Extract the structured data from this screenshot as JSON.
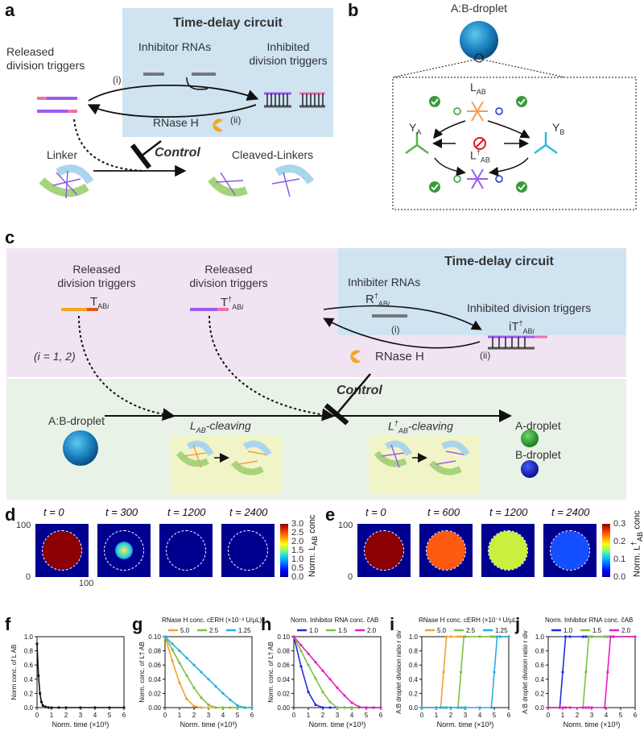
{
  "panels": {
    "a": {
      "letter": "a",
      "circuit_title": "Time-delay circuit",
      "inhibitor": "Inhibitor RNAs",
      "released": [
        "Released",
        "division triggers"
      ],
      "inhibited": [
        "Inhibited",
        "division triggers"
      ],
      "step_i": "(i)",
      "step_ii": "(ii)",
      "rnase": "RNase H",
      "control": "Control",
      "linker": "Linker",
      "cleaved": "Cleaved-Linkers"
    },
    "b": {
      "letter": "b",
      "droplet": "A:B-droplet",
      "l_ab": "L",
      "l_ab_sub": "AB",
      "ya": "Y",
      "ya_sub": "A",
      "yb": "Y",
      "yb_sub": "B",
      "ldag": "L",
      "ldag_sup": "†",
      "ldag_sub": "AB"
    },
    "c": {
      "letter": "c",
      "circuit_title": "Time-delay circuit",
      "rel1": [
        "Released",
        "division triggers"
      ],
      "rel2": [
        "Released",
        "division triggers"
      ],
      "t_ab": "T",
      "t_ab_sub": "AB",
      "t_ab_i": "i",
      "tdag": "T",
      "tdag_sup": "†",
      "tdag_sub": "AB",
      "tdag_i": "i",
      "inhibiter": "Inhibiter RNAs",
      "rdag": "R",
      "rdag_sup": "†",
      "rdag_sub": "AB",
      "rdag_i": "i",
      "inhibited": "Inhibited division triggers",
      "it": "iT",
      "it_sup": "†",
      "it_sub": "AB",
      "it_i": "i",
      "i_eq": "(i = 1, 2)",
      "step_i": "(i)",
      "step_ii": "(ii)",
      "rnase": "RNase H",
      "control": "Control",
      "droplet_ab": "A:B-droplet",
      "lab_cleaving": "L",
      "lab_cleaving_sub": "AB",
      "lab_cleaving_suffix": "-cleaving",
      "ldag_cleaving": "L",
      "ldag_cleaving_sup": "†",
      "ldag_cleaving_sub": "AB",
      "ldag_cleaving_suffix": "-cleaving",
      "a_droplet": "A-droplet",
      "b_droplet": "B-droplet"
    },
    "d": {
      "letter": "d",
      "times": [
        "t = 0",
        "t = 300",
        "t = 1200",
        "t = 2400"
      ],
      "axis_0": "0",
      "axis_100": "100",
      "xaxis_100": "100",
      "cb_label": "Norm. L",
      "cb_label_sub": "AB",
      "cb_label_suffix": " conc",
      "cb_ticks": [
        "3.0",
        "2.5",
        "2.0",
        "1.5",
        "1.0",
        "0.5",
        "0.0"
      ],
      "colors": [
        "#8b0000",
        "#23e0e0",
        "#00008f",
        "#00008f"
      ]
    },
    "e": {
      "letter": "e",
      "times": [
        "t = 0",
        "t = 600",
        "t = 1200",
        "t = 2400"
      ],
      "axis_0": "0",
      "axis_100": "100",
      "cb_label": "Norm. L",
      "cb_label_sup": "†",
      "cb_label_sub": "AB",
      "cb_label_suffix": " conc",
      "cb_ticks": [
        "0.3",
        "0.2",
        "0.1",
        "0.0"
      ],
      "colors": [
        "#8b0000",
        "#ff5a12",
        "#c9f03c",
        "#1450ff"
      ]
    },
    "f": {
      "letter": "f",
      "ylabel": "Norm conc. of L",
      "ylabel_sub": "AB",
      "xlabel": "Norm. time (×10³)"
    },
    "g": {
      "letter": "g",
      "legend_title": "RNase H conc.",
      "legend_var": "c",
      "legend_var_sub": "ERH",
      "legend_units": " (×10⁻² U/μL)",
      "ylabel": "Norm. conc. of L†",
      "ylabel_sub": "AB",
      "xlabel": "Norm. time (×10³)"
    },
    "h": {
      "letter": "h",
      "legend_title": "Norm. Inhibitor RNA conc.",
      "legend_var": "c̃",
      "legend_var_sub": "AB",
      "ylabel": "Norm. conc. of L†",
      "ylabel_sub": "AB",
      "xlabel": "Norm. time (×10³)"
    },
    "i": {
      "letter": "i",
      "legend_title": "RNase H conc.",
      "legend_var": "c",
      "legend_var_sub": "ERH",
      "legend_units": " (×10⁻² U/μL)",
      "ylabel": "A:B droplet division ratio r",
      "ylabel_sub": "div",
      "xlabel": "Norm. time (×10³)"
    },
    "j": {
      "letter": "j",
      "legend_title": "Norm. Inhibitor RNA conc.",
      "legend_var": "c̃",
      "legend_var_sub": "AB",
      "ylabel": "A:B droplet division ratio r",
      "ylabel_sub": "div",
      "xlabel": "Norm. time (×10³)"
    }
  },
  "chart_data": [
    {
      "type": "line",
      "panel": "f",
      "x": [
        0,
        0.1,
        0.2,
        0.3,
        0.4,
        0.6,
        0.8,
        1.0,
        1.5,
        2,
        3,
        4,
        5,
        6
      ],
      "series": [
        {
          "name": "",
          "color": "#111111",
          "values": [
            0.9,
            0.45,
            0.2,
            0.08,
            0.03,
            0.01,
            0,
            0,
            0,
            0,
            0,
            0,
            0,
            0
          ]
        }
      ],
      "xlim": [
        0,
        6
      ],
      "ylim": [
        0,
        1.0
      ],
      "xticks": [
        "0",
        "1",
        "2",
        "3",
        "4",
        "5",
        "6"
      ],
      "yticks": [
        "0.0",
        "0.2",
        "0.4",
        "0.6",
        "0.8",
        "1.0"
      ]
    },
    {
      "type": "line",
      "panel": "g",
      "x": [
        0,
        0.5,
        1,
        1.5,
        2,
        2.5,
        3,
        3.5,
        4,
        4.5,
        5,
        5.5,
        6
      ],
      "series": [
        {
          "name": "5.0",
          "color": "#f4a030",
          "values": [
            0.1,
            0.066,
            0.035,
            0.012,
            0.002,
            0,
            0,
            0,
            0,
            0,
            0,
            0,
            0
          ]
        },
        {
          "name": "2.5",
          "color": "#7dc243",
          "values": [
            0.1,
            0.082,
            0.063,
            0.045,
            0.028,
            0.014,
            0.004,
            0,
            0,
            0,
            0,
            0,
            0
          ]
        },
        {
          "name": "1.25",
          "color": "#29aee3",
          "values": [
            0.1,
            0.09,
            0.08,
            0.07,
            0.06,
            0.05,
            0.04,
            0.03,
            0.02,
            0.011,
            0.003,
            0,
            0
          ]
        }
      ],
      "xlim": [
        0,
        6
      ],
      "ylim": [
        0,
        0.1
      ],
      "xticks": [
        "0",
        "1",
        "2",
        "3",
        "4",
        "5",
        "6"
      ],
      "yticks": [
        "0.00",
        "0.02",
        "0.04",
        "0.06",
        "0.08",
        "0.10"
      ]
    },
    {
      "type": "line",
      "panel": "h",
      "x": [
        0,
        0.5,
        1,
        1.5,
        2,
        2.5,
        3,
        3.5,
        4,
        4.5,
        5,
        5.5,
        6
      ],
      "series": [
        {
          "name": "1.0",
          "color": "#1f2fd6",
          "values": [
            0.1,
            0.058,
            0.022,
            0.004,
            0,
            0,
            0,
            0,
            0,
            0,
            0,
            0,
            0
          ]
        },
        {
          "name": "1.5",
          "color": "#7dc243",
          "values": [
            0.1,
            0.08,
            0.06,
            0.041,
            0.022,
            0.008,
            0,
            0,
            0,
            0,
            0,
            0,
            0
          ]
        },
        {
          "name": "2.0",
          "color": "#e81ec4",
          "values": [
            0.1,
            0.088,
            0.076,
            0.064,
            0.052,
            0.04,
            0.028,
            0.017,
            0.007,
            0.001,
            0,
            0,
            0
          ]
        }
      ],
      "xlim": [
        0,
        6
      ],
      "ylim": [
        0,
        0.1
      ],
      "xticks": [
        "0",
        "1",
        "2",
        "3",
        "4",
        "5",
        "6"
      ],
      "yticks": [
        "0.00",
        "0.02",
        "0.04",
        "0.06",
        "0.08",
        "0.10"
      ]
    },
    {
      "type": "line",
      "panel": "i",
      "x": [
        0,
        1,
        1.3,
        1.5,
        1.7,
        2,
        2.5,
        2.7,
        2.9,
        3,
        4,
        4.8,
        5.0,
        5.2,
        5.4,
        6
      ],
      "series": [
        {
          "name": "5.0",
          "color": "#f4a030",
          "values": [
            0,
            0,
            0,
            0.5,
            1,
            1,
            1,
            1,
            1,
            1,
            1,
            1,
            1,
            1,
            1,
            1
          ]
        },
        {
          "name": "2.5",
          "color": "#7dc243",
          "values": [
            0,
            0,
            0,
            0,
            0,
            0,
            0,
            0.5,
            1,
            1,
            1,
            1,
            1,
            1,
            1,
            1
          ]
        },
        {
          "name": "1.25",
          "color": "#29aee3",
          "values": [
            0,
            0,
            0,
            0,
            0,
            0,
            0,
            0,
            0,
            0,
            0,
            0,
            0.5,
            1,
            1,
            1
          ]
        }
      ],
      "xlim": [
        0,
        6
      ],
      "ylim": [
        0,
        1.0
      ],
      "xticks": [
        "0",
        "1",
        "2",
        "3",
        "4",
        "5",
        "6"
      ],
      "yticks": [
        "0.0",
        "0.2",
        "0.4",
        "0.6",
        "0.8",
        "1.0"
      ]
    },
    {
      "type": "line",
      "panel": "j",
      "x": [
        0,
        0.8,
        1.0,
        1.2,
        1.5,
        2.4,
        2.6,
        2.8,
        3,
        3.9,
        4.1,
        4.3,
        4.5,
        6
      ],
      "series": [
        {
          "name": "1.0",
          "color": "#1f2fd6",
          "values": [
            0,
            0,
            0.5,
            1,
            1,
            1,
            1,
            1,
            1,
            1,
            1,
            1,
            1,
            1
          ]
        },
        {
          "name": "1.5",
          "color": "#7dc243",
          "values": [
            0,
            0,
            0,
            0,
            0,
            0,
            0.5,
            1,
            1,
            1,
            1,
            1,
            1,
            1
          ]
        },
        {
          "name": "2.0",
          "color": "#e81ec4",
          "values": [
            0,
            0,
            0,
            0,
            0,
            0,
            0,
            0,
            0,
            0,
            0.5,
            1,
            1,
            1
          ]
        }
      ],
      "xlim": [
        0,
        6
      ],
      "ylim": [
        0,
        1.0
      ],
      "xticks": [
        "0",
        "1",
        "2",
        "3",
        "4",
        "5",
        "6"
      ],
      "yticks": [
        "0.0",
        "0.2",
        "0.4",
        "0.6",
        "0.8",
        "1.0"
      ]
    }
  ]
}
